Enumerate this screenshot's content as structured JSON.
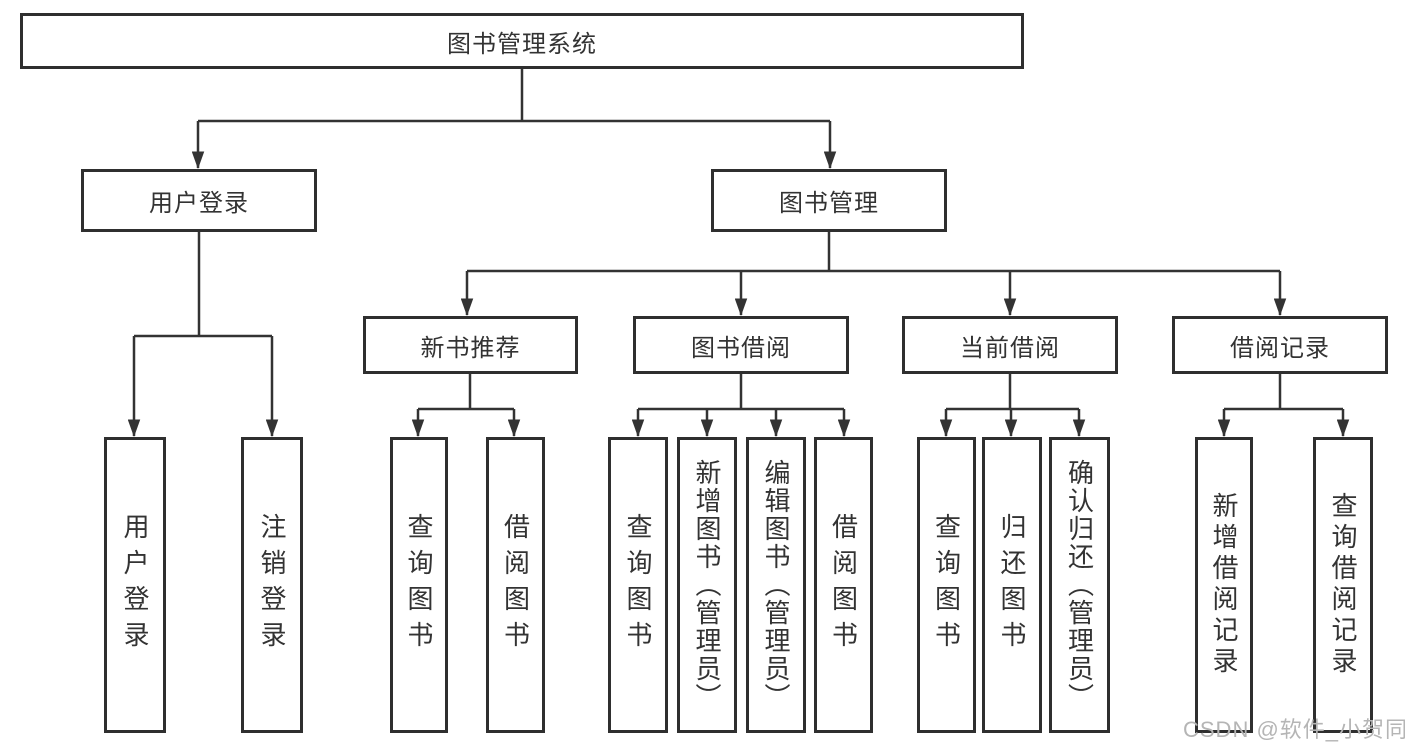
{
  "diagram_title": "图书管理系统",
  "colors": {
    "line": "#333333",
    "box_border": "#2f2f2f",
    "text": "#333333",
    "background": "#ffffff",
    "watermark": "#b5b5b5"
  },
  "tree": {
    "root": {
      "label": "图书管理系统"
    },
    "children": [
      {
        "label": "用户登录",
        "children": [
          {
            "label": "用户登录"
          },
          {
            "label": "注销登录"
          }
        ]
      },
      {
        "label": "图书管理",
        "children": [
          {
            "label": "新书推荐",
            "children": [
              {
                "label": "查询图书"
              },
              {
                "label": "借阅图书"
              }
            ]
          },
          {
            "label": "图书借阅",
            "children": [
              {
                "label": "查询图书"
              },
              {
                "label": "新增图书（管理员）"
              },
              {
                "label": "编辑图书（管理员）"
              },
              {
                "label": "借阅图书"
              }
            ]
          },
          {
            "label": "当前借阅",
            "children": [
              {
                "label": "查询图书"
              },
              {
                "label": "归还图书"
              },
              {
                "label": "确认归还（管理员）"
              }
            ]
          },
          {
            "label": "借阅记录",
            "children": [
              {
                "label": "新增借阅记录"
              },
              {
                "label": "查询借阅记录"
              }
            ]
          }
        ]
      }
    ]
  },
  "watermark": {
    "text": "CSDN @软件_小贺同学"
  }
}
